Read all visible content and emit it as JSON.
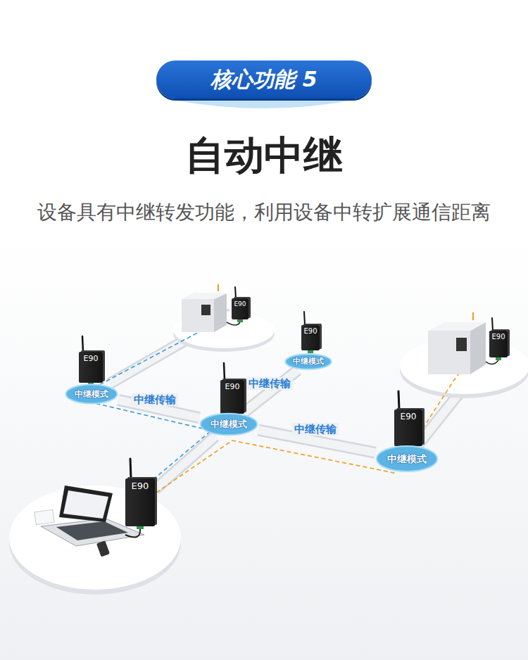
{
  "diagram": {
    "title": "自动中继",
    "nodes": [
      {
        "text": [
          "核心功能 5"
        ]
      },
      {
        "text": [
          "E90"
        ]
      },
      {
        "text": [
          "E90"
        ]
      },
      {
        "text": [
          "E90"
        ]
      },
      {
        "text": [
          "E90"
        ]
      },
      {
        "text": [
          "中继模式"
        ]
      },
      {
        "text": [
          "E90"
        ]
      },
      {
        "text": [
          "中继模式"
        ]
      },
      {
        "text": [
          "E90"
        ]
      },
      {
        "text": [
          "中继模式"
        ]
      },
      {
        "text": [
          "中继模式"
        ]
      },
      {
        "text": [
          "E90"
        ]
      }
    ],
    "edges": [
      {
        "from": 11,
        "to": 9,
        "arrow": "none"
      },
      {
        "from": 9,
        "to": 7,
        "arrow": "none",
        "label": "中继传输"
      },
      {
        "from": 7,
        "to": 1,
        "arrow": "none"
      },
      {
        "from": 9,
        "to": 5,
        "arrow": "none",
        "label": "中继传输"
      },
      {
        "from": 9,
        "to": 10,
        "arrow": "none",
        "label": "中继传输"
      },
      {
        "from": 10,
        "to": 3,
        "arrow": "none"
      }
    ],
    "labels": [
      "设备具有中继转发功能，利用设备中转扩展通信距离"
    ]
  }
}
